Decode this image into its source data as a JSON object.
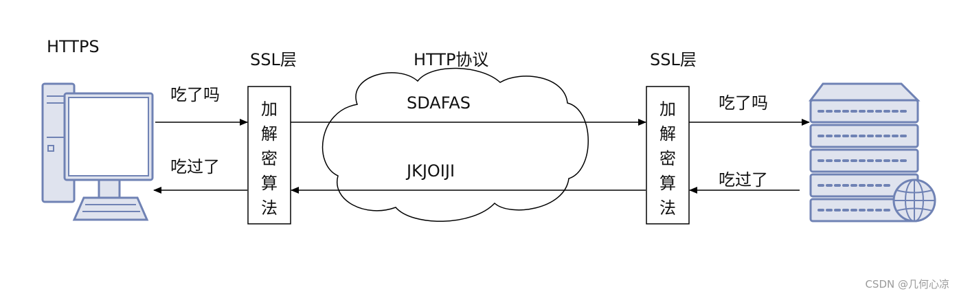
{
  "title": "HTTPS",
  "client_ssl": {
    "header": "SSL层",
    "box_chars": [
      "加",
      "解",
      "密",
      "算",
      "法"
    ]
  },
  "server_ssl": {
    "header": "SSL层",
    "box_chars": [
      "加",
      "解",
      "密",
      "算",
      "法"
    ]
  },
  "cloud": {
    "label": "HTTP协议",
    "upper_text": "SDAFAS",
    "lower_text": "JKJOIJI"
  },
  "client_side": {
    "request": "吃了吗",
    "response": "吃过了"
  },
  "server_side": {
    "request": "吃了吗",
    "response": "吃过了"
  },
  "icons": {
    "client": "desktop-computer-icon",
    "server": "server-with-globe-icon"
  },
  "colors": {
    "icon_stroke": "#6f82b4",
    "icon_fill": "#dfe3ee",
    "line": "#000000"
  },
  "watermark": "CSDN @几何心凉"
}
